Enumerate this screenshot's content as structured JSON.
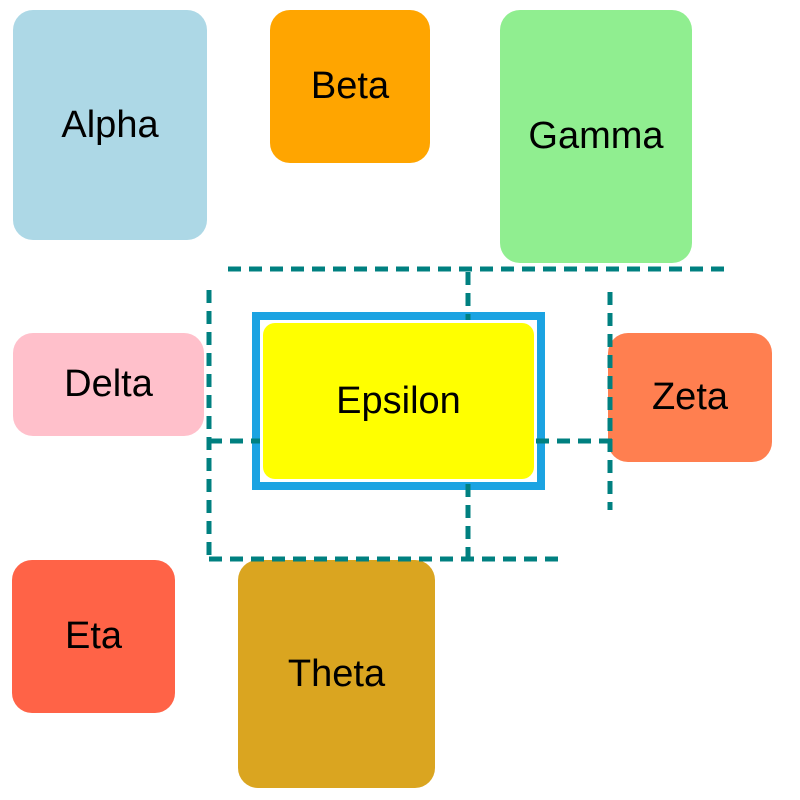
{
  "diagram": {
    "nodes": {
      "alpha": {
        "label": "Alpha",
        "color": "#ADD8E6"
      },
      "beta": {
        "label": "Beta",
        "color": "#FFA500"
      },
      "gamma": {
        "label": "Gamma",
        "color": "#90EE90"
      },
      "delta": {
        "label": "Delta",
        "color": "#FFC0CB"
      },
      "epsilon": {
        "label": "Epsilon",
        "color": "#FFFF00",
        "border_color": "#1BA3E2"
      },
      "zeta": {
        "label": "Zeta",
        "color": "#FF7F50"
      },
      "eta": {
        "label": "Eta",
        "color": "#FF6347"
      },
      "theta": {
        "label": "Theta",
        "color": "#DAA520"
      }
    },
    "guide_color": "#008080",
    "text_color": "#000000",
    "background_color": "#FFFFFF"
  }
}
